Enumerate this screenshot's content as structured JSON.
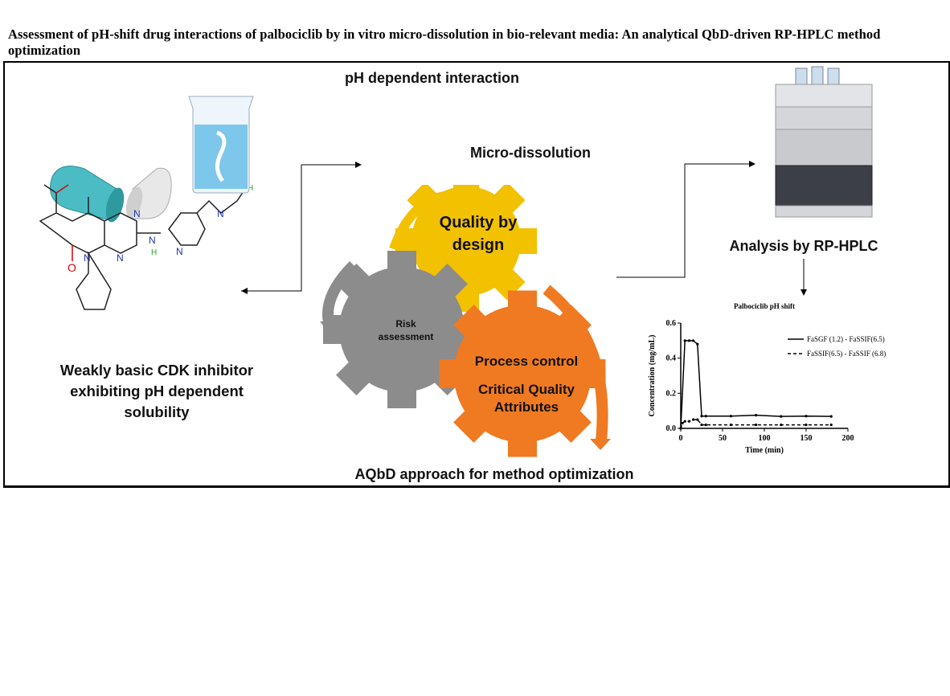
{
  "title": "Assessment of pH-shift drug interactions of palbociclib by in vitro micro-dissolution in bio-relevant media: An analytical QbD-driven RP-HPLC method optimization",
  "labels": {
    "ph_dependent": "pH dependent interaction",
    "micro_dissolution": "Micro-dissolution",
    "analysis": "Analysis by RP-HPLC",
    "drug_desc": "Weakly basic CDK inhibitor exhibiting pH dependent solubility",
    "aqbd": "AQbD approach for method optimization"
  },
  "gears": {
    "qbd": "Quality by design",
    "risk": "Risk assessment",
    "process": "Process control",
    "cqa": "Critical Quality Attributes"
  },
  "molecule_atoms": {
    "n1": "N",
    "n2": "N",
    "n3": "N",
    "nh": "H",
    "n4": "N",
    "n5": "N",
    "h5": "H",
    "n6": "N",
    "o1": "O"
  },
  "colors": {
    "yellow": "#f2c100",
    "grey": "#8c8c8c",
    "orange": "#ef7a22",
    "teal": "#4bbcc4"
  },
  "chart_data": {
    "type": "line",
    "title": "Palbociclib pH shift",
    "xlabel": "Time (min)",
    "ylabel": "Concentration (mg/mL)",
    "xlim": [
      0,
      200
    ],
    "ylim": [
      0,
      0.6
    ],
    "xticks": [
      "0",
      "50",
      "100",
      "150",
      "200"
    ],
    "yticks": [
      "0.0",
      "0.2",
      "0.4",
      "0.6"
    ],
    "legend_position": "top-right",
    "series": [
      {
        "name": "FaSGF (1.2) - FaSSIF(6.5)",
        "style": "solid",
        "x": [
          0,
          5,
          10,
          15,
          20,
          25,
          30,
          60,
          90,
          120,
          150,
          180
        ],
        "y": [
          0,
          0.5,
          0.5,
          0.5,
          0.48,
          0.07,
          0.07,
          0.07,
          0.075,
          0.068,
          0.07,
          0.068
        ]
      },
      {
        "name": "FaSSIF(6.5) - FaSSIF (6.8)",
        "style": "dashed",
        "x": [
          0,
          2,
          5,
          10,
          15,
          20,
          25,
          30,
          60,
          90,
          120,
          150,
          180
        ],
        "y": [
          0,
          0.03,
          0.04,
          0.04,
          0.05,
          0.05,
          0.02,
          0.02,
          0.02,
          0.02,
          0.02,
          0.02,
          0.02
        ]
      }
    ]
  }
}
